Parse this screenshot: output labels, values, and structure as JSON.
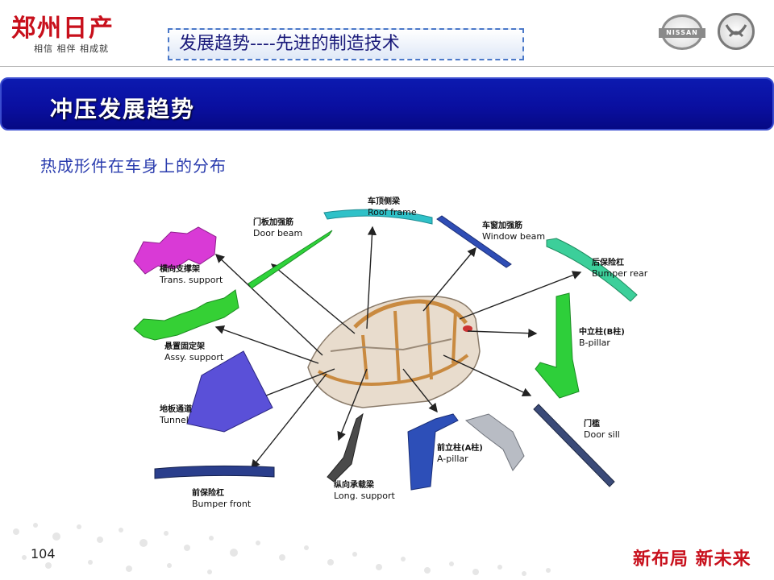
{
  "header": {
    "brand": "郑州日产",
    "slogan": "相信  相伴  相成就",
    "section": "发展趋势----先进的制造技术",
    "logo_nissan_text": "NISSAN"
  },
  "title": "冲压发展趋势",
  "subtitle": "热成形件在车身上的分布",
  "parts": [
    {
      "cn": "车顶侧梁",
      "en": "Roof frame",
      "color": "#2fc1c8"
    },
    {
      "cn": "门板加强筋",
      "en": "Door beam",
      "color": "#2ed33a"
    },
    {
      "cn": "车窗加强筋",
      "en": "Window beam",
      "color": "#2f4db5"
    },
    {
      "cn": "横向支撑架",
      "en": "Trans. support",
      "color": "#d93ad6"
    },
    {
      "cn": "后保险杠",
      "en": "Bumper rear",
      "color": "#3ccf9a"
    },
    {
      "cn": "中立柱(B柱)",
      "en": "B-pillar",
      "color": "#2ecf3a"
    },
    {
      "cn": "悬置固定架",
      "en": "Assy. support",
      "color": "#35d035"
    },
    {
      "cn": "地板通道",
      "en": "Tunnel",
      "color": "#5a50d8"
    },
    {
      "cn": "门槛",
      "en": "Door sill",
      "color": "#3a4a78"
    },
    {
      "cn": "前立柱(A柱)",
      "en": "A-pillar",
      "color": "#2d4fb8"
    },
    {
      "cn": "纵向承载梁",
      "en": "Long. support",
      "color": "#4a4a4a"
    },
    {
      "cn": "前保险杠",
      "en": "Bumper front",
      "color": "#2a3e8c"
    }
  ],
  "footer": {
    "page": "104",
    "slogan": "新布局  新未来"
  }
}
